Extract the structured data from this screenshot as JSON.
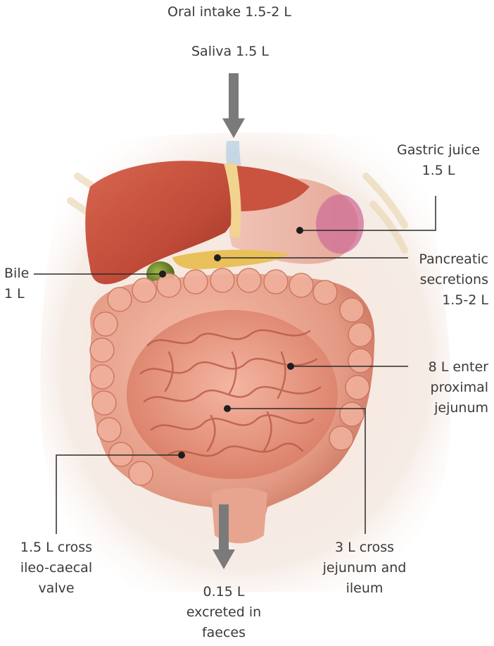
{
  "labels": {
    "oral_intake": "Oral intake 1.5-2 L",
    "saliva": "Saliva 1.5 L",
    "gastric": [
      "Gastric juice",
      "1.5 L"
    ],
    "bile": [
      "Bile",
      "1 L"
    ],
    "pancreatic": [
      "Pancreatic",
      "secretions",
      "1.5-2 L"
    ],
    "jejunum_enter": [
      "8 L enter",
      "proximal",
      "jejunum"
    ],
    "ileocaecal": [
      "1.5 L cross",
      "ileo-caecal",
      "valve"
    ],
    "jejunum_ileum": [
      "3 L cross",
      "jejunum and",
      "ileum"
    ],
    "faeces": [
      "0.15 L",
      "excreted in",
      "faeces"
    ]
  },
  "colors": {
    "arrow": "#7a7a7a",
    "leader_line": "#2b2b2b",
    "liver": "#c4513f",
    "stomach": "#e8b3a6",
    "colon": "#e39a84",
    "small_intestine": "#ea9c86",
    "gallbladder": "#6f8a2a",
    "skin": "#f3e7df"
  }
}
